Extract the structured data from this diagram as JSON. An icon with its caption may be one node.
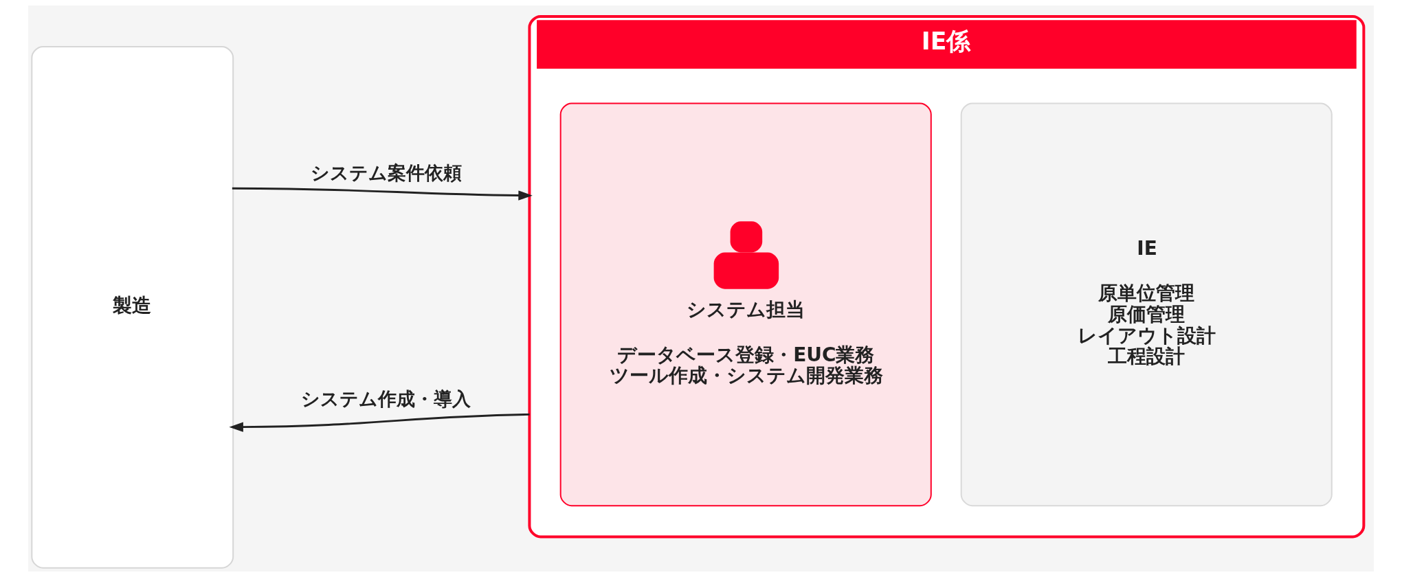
{
  "diagram": {
    "nodes": [
      {
        "text": [
          "製造"
        ]
      },
      {
        "text": [
          "IE係"
        ]
      },
      {
        "text": [
          "システム担当",
          "データベース登録・EUC業務",
          "ツール作成・システム開発業務"
        ],
        "in": 1
      },
      {
        "text": [
          "IE",
          "原単位管理",
          "原価管理",
          "レイアウト設計",
          "工程設計"
        ],
        "in": 1
      }
    ],
    "edges": [
      {
        "from": 0,
        "to": 1,
        "arrow": "to",
        "label": "システム案件依頼"
      },
      {
        "from": 1,
        "to": 0,
        "arrow": "to",
        "label": "システム作成・導入"
      }
    ]
  }
}
